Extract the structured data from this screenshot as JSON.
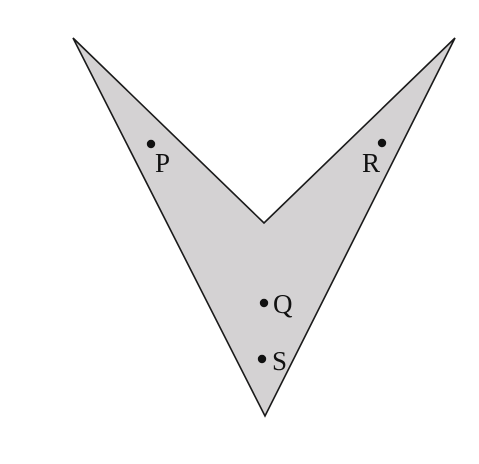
{
  "diagram": {
    "shape_fill": "#d4d2d3",
    "stroke_color": "#1a1a1a",
    "points": [
      {
        "id": "P",
        "label": "P"
      },
      {
        "id": "R",
        "label": "R"
      },
      {
        "id": "Q",
        "label": "Q"
      },
      {
        "id": "S",
        "label": "S"
      }
    ]
  }
}
